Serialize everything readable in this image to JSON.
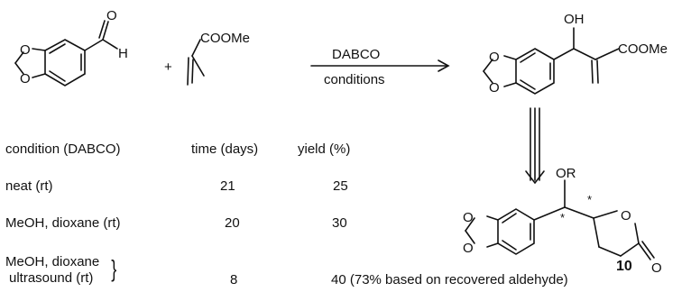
{
  "reaction": {
    "reagent": "DABCO",
    "conditions_label": "conditions",
    "plus": "+",
    "aldehyde_H": "H",
    "ester_group": "COOMe",
    "product_OH": "OH",
    "product_ester": "COOMe",
    "lactone_OR": "OR",
    "stereo_mark": "*",
    "compound_number": "10",
    "ring_O": "O"
  },
  "table": {
    "headers": [
      "condition (DABCO)",
      "time (days)",
      "yield (%)"
    ],
    "rows": [
      {
        "condition": "neat (rt)",
        "time": "21",
        "yield": "25"
      },
      {
        "condition": "MeOH, dioxane (rt)",
        "time": "20",
        "yield": "30"
      },
      {
        "condition_line1": "MeOH, dioxane",
        "condition_line2": "ultrasound (rt)",
        "brace": "}",
        "time": "8",
        "yield": "40 (73% based on recovered aldehyde)"
      }
    ]
  }
}
